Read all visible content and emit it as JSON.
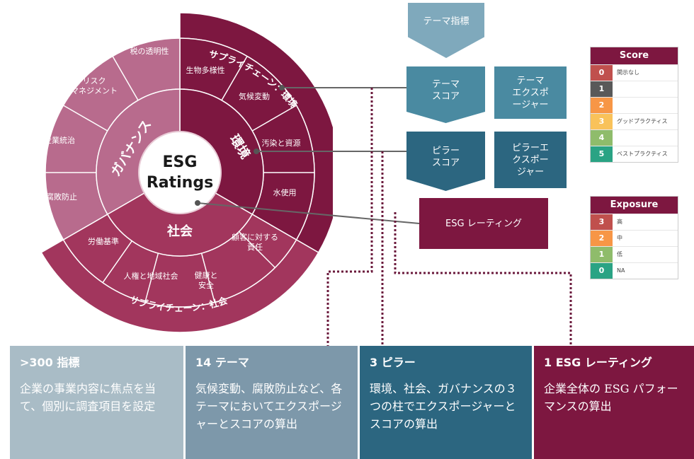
{
  "wheel": {
    "center": [
      "ESG",
      "Ratings"
    ],
    "pillars": {
      "environment": "環境",
      "social": "社会",
      "governance": "ガバナンス"
    },
    "outer_arcs": {
      "supply_env": "サプライチェーン：環境",
      "supply_social": "サプライチェーン：社会"
    },
    "themes": {
      "biodiversity": "生物多様性",
      "climate": "気候変動",
      "pollution": "汚染と資源",
      "water": "水使用",
      "customer": [
        "顧客に対する",
        "責任"
      ],
      "health": [
        "健康と",
        "安全"
      ],
      "human_rights": "人権と地域社会",
      "labor": "労働基準",
      "corruption": "腐敗防止",
      "governance": "企業統治",
      "risk": [
        "リスク",
        "マネジメント"
      ],
      "tax": "税の透明性"
    },
    "colors": {
      "environment": "#7d1740",
      "social": "#a2365d",
      "governance": "#b86b8d"
    }
  },
  "tiles": {
    "theme_indicator": "テーマ指標",
    "theme_score": "テーマ\nスコア",
    "theme_exposure": "テーマ\nエクスポ\nージャー",
    "pillar_score": "ピラー\nスコア",
    "pillar_exposure": "ピラーエ\nクスポー\nジャー",
    "esg_rating": "ESG レーティング"
  },
  "score_legend": {
    "title": "Score",
    "rows": [
      {
        "num": "0",
        "text": "関示なし",
        "color": "#c0504d"
      },
      {
        "num": "1",
        "text": "",
        "color": "#595959"
      },
      {
        "num": "2",
        "text": "",
        "color": "#f79646"
      },
      {
        "num": "3",
        "text": "グッドプラクティス",
        "color": "#f9c25a"
      },
      {
        "num": "4",
        "text": "",
        "color": "#8fbc6b"
      },
      {
        "num": "5",
        "text": "ベストプラクティス",
        "color": "#2aa384"
      }
    ]
  },
  "exposure_legend": {
    "title": "Exposure",
    "rows": [
      {
        "num": "3",
        "text": "高",
        "color": "#c0504d"
      },
      {
        "num": "2",
        "text": "中",
        "color": "#f79646"
      },
      {
        "num": "1",
        "text": "低",
        "color": "#8fbc6b"
      },
      {
        "num": "0",
        "text": "NA",
        "color": "#2aa384"
      }
    ]
  },
  "footer": [
    {
      "title": ">300 指標",
      "desc": "企業の事業内容に焦点を当て、個別に調査項目を設定",
      "color": "#a9bcc6"
    },
    {
      "title": "14 テーマ",
      "desc": "気候変動、腐敗防止など、各テーマにおいてエクスポージャーとスコアの算出",
      "color": "#7d98aa"
    },
    {
      "title": "3 ピラー",
      "desc": "環境、社会、ガバナンスの３つの柱でエクスポージャーとスコアの算出",
      "color": "#2c6680"
    },
    {
      "title": "1 ESG レーティング",
      "desc": "企業全体の ESG パフォーマンスの算出",
      "color": "#7d1740"
    }
  ]
}
